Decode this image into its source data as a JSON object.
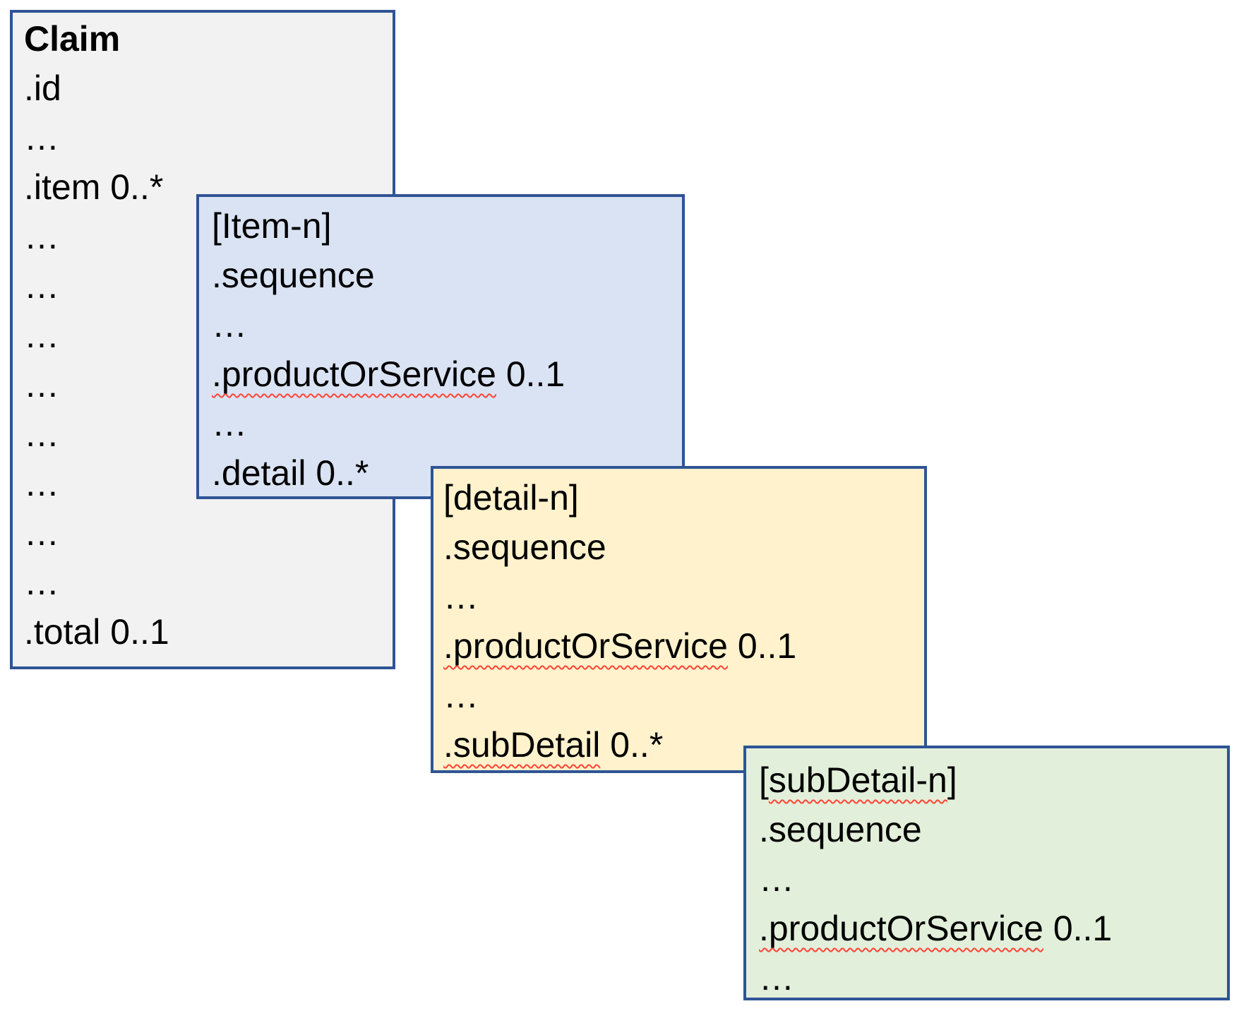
{
  "colors": {
    "background": "#ffffff",
    "border": "#2f5496",
    "text": "#000000",
    "spellcheck_squiggle": "#ff4336",
    "claim_fill": "#f2f2f2",
    "item_fill": "#dae3f3",
    "detail_fill": "#fff2cc",
    "subdetail_fill": "#e2efda"
  },
  "boxes": [
    {
      "name": "Claim",
      "fill": "#f2f2f2",
      "lines": [
        {
          "pre": "Claim"
        },
        {
          "pre": ".id"
        },
        {
          "pre": "…"
        },
        {
          "pre": ".item 0..*"
        },
        {
          "pre": "…"
        },
        {
          "pre": "…"
        },
        {
          "pre": "…"
        },
        {
          "pre": "…"
        },
        {
          "pre": "…"
        },
        {
          "pre": "…"
        },
        {
          "pre": "…"
        },
        {
          "pre": "…"
        },
        {
          "pre": ".total 0..1"
        }
      ]
    },
    {
      "name": "Item-n",
      "fill": "#dae3f3",
      "lines": [
        {
          "pre": "[Item-n]"
        },
        {
          "pre": ".sequence"
        },
        {
          "pre": "…"
        },
        {
          "mark": ".productOrService",
          "post": " 0..1"
        },
        {
          "pre": "…"
        },
        {
          "pre": ".detail 0..*"
        }
      ]
    },
    {
      "name": "detail-n",
      "fill": "#fff2cc",
      "lines": [
        {
          "pre": "[detail-n]"
        },
        {
          "pre": ".sequence"
        },
        {
          "pre": "…"
        },
        {
          "mark": ".productOrService",
          "post": " 0..1"
        },
        {
          "pre": "…"
        },
        {
          "mark": ".subDetail",
          "post": " 0..*"
        }
      ]
    },
    {
      "name": "subDetail-n",
      "fill": "#e2efda",
      "lines": [
        {
          "pre": "[",
          "mark": "subDetail-n",
          "post": "]"
        },
        {
          "pre": ".sequence"
        },
        {
          "pre": "…"
        },
        {
          "mark": ".productOrService",
          "post": " 0..1"
        },
        {
          "pre": "…"
        }
      ]
    }
  ]
}
